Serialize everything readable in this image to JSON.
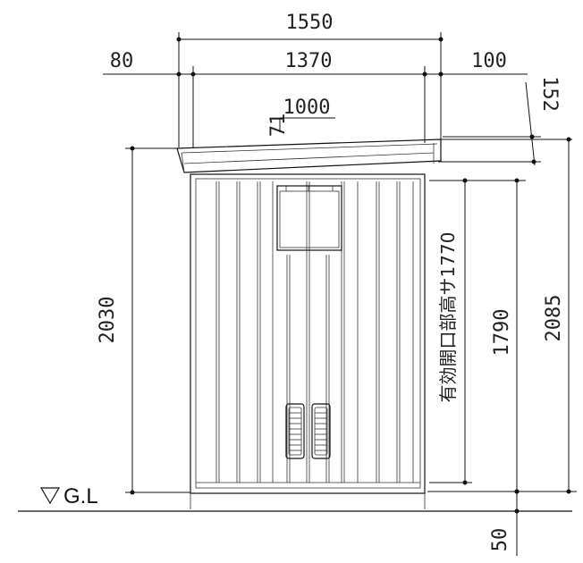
{
  "dimensions": {
    "overall_width": "1550",
    "left_overhang": "80",
    "body_width": "1370",
    "right_overhang": "100",
    "roof_thickness": "152",
    "slope_rise": "71",
    "slope_run": "1000",
    "front_height": "2030",
    "rear_height": "2085",
    "inner_height": "1790",
    "base_height": "50",
    "opening_height_label": "有効開口部高サ1770"
  },
  "ground_label": "G.L",
  "colors": {
    "line": "#111111",
    "background": "#ffffff"
  }
}
